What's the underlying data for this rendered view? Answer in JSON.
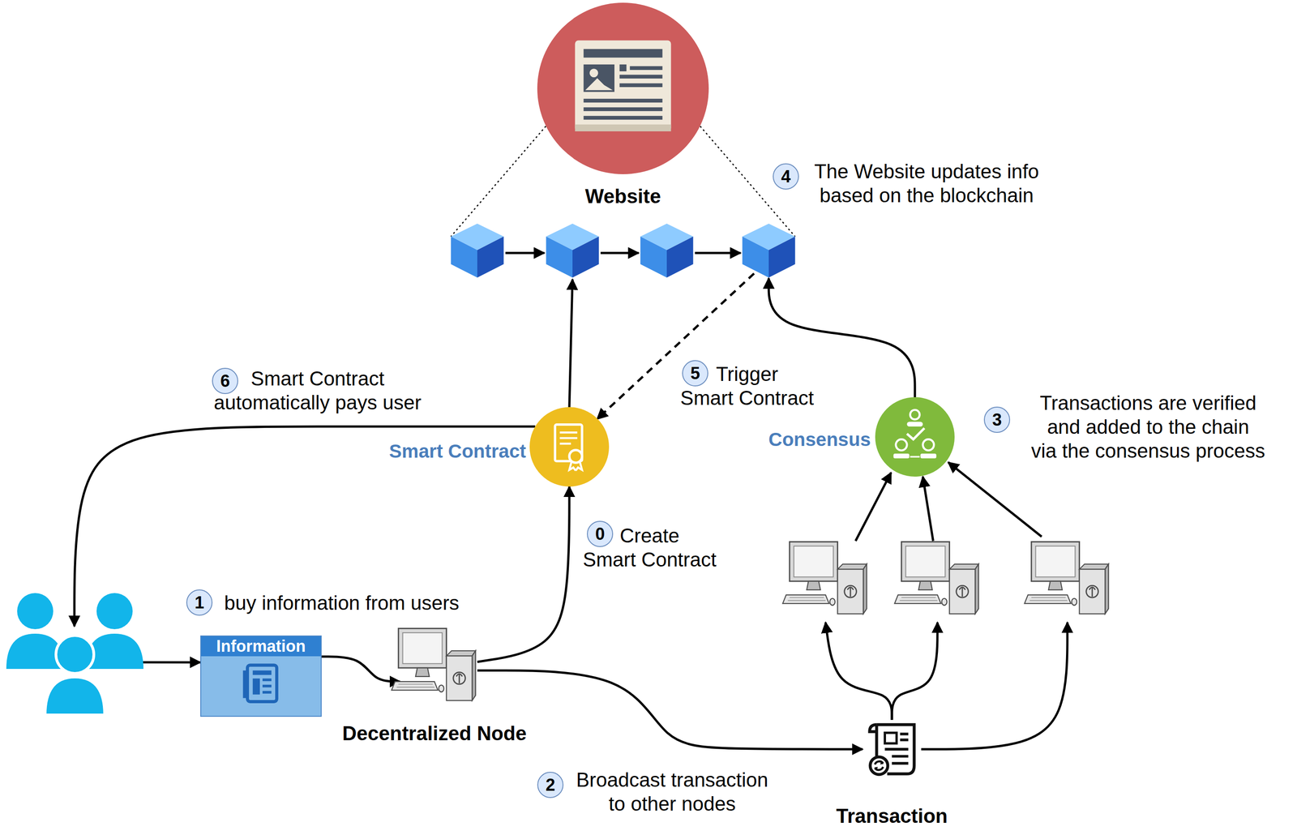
{
  "diagram": {
    "nodes": [
      {
        "text": [
          "Website"
        ]
      },
      {
        "text": []
      },
      {
        "text": []
      },
      {
        "text": []
      },
      {
        "text": []
      },
      {
        "text": [
          "Smart Contract"
        ]
      },
      {
        "text": [
          "Consensus"
        ]
      },
      {
        "text": []
      },
      {
        "text": []
      },
      {
        "text": []
      },
      {
        "text": []
      },
      {
        "text": [
          "Information"
        ]
      },
      {
        "text": [
          "Decentralized Node"
        ]
      },
      {
        "text": [
          "Transaction"
        ]
      }
    ],
    "edges": [
      {
        "from": 1,
        "to": 2,
        "arrow": "to"
      },
      {
        "from": 2,
        "to": 3,
        "arrow": "to"
      },
      {
        "from": 3,
        "to": 4,
        "arrow": "to"
      },
      {
        "from": 0,
        "to": 1,
        "arrow": "none"
      },
      {
        "from": 0,
        "to": 4,
        "arrow": "none"
      },
      {
        "from": 5,
        "to": 2,
        "arrow": "to"
      },
      {
        "from": 4,
        "to": 5,
        "arrow": "to"
      },
      {
        "from": 6,
        "to": 4,
        "arrow": "to"
      },
      {
        "from": 7,
        "to": 6,
        "arrow": "to"
      },
      {
        "from": 8,
        "to": 6,
        "arrow": "to"
      },
      {
        "from": 9,
        "to": 6,
        "arrow": "to"
      },
      {
        "from": 13,
        "to": 7,
        "arrow": "to"
      },
      {
        "from": 13,
        "to": 8,
        "arrow": "to"
      },
      {
        "from": 13,
        "to": 9,
        "arrow": "to"
      },
      {
        "from": 12,
        "to": 13,
        "arrow": "to"
      },
      {
        "from": 12,
        "to": 5,
        "arrow": "to"
      },
      {
        "from": 5,
        "to": 10,
        "arrow": "to"
      },
      {
        "from": 10,
        "to": 11,
        "arrow": "to"
      },
      {
        "from": 11,
        "to": 12,
        "arrow": "to"
      }
    ],
    "labels": [
      "4",
      "The Website updates info based on the blockchain",
      "6",
      "Smart Contract automatically pays user",
      "5",
      "Trigger Smart Contract",
      "3",
      "Transactions are verified and added to the chain via the consensus process",
      "0",
      "Create Smart Contract",
      "1",
      "buy information from users",
      "2",
      "Broadcast transaction to other nodes"
    ]
  }
}
